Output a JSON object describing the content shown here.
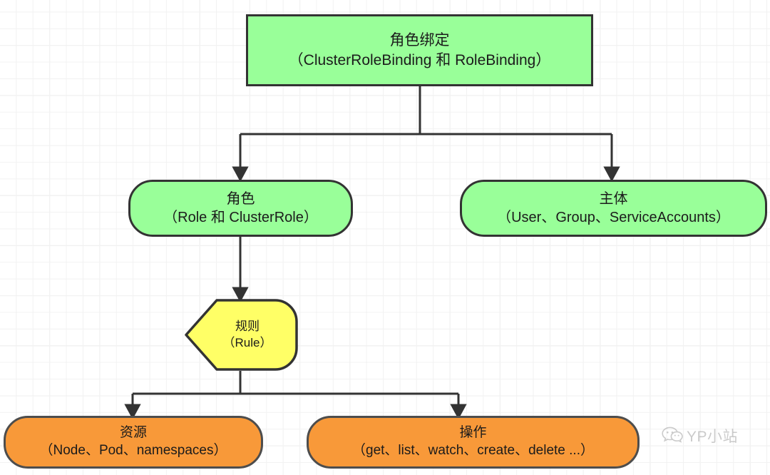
{
  "diagram": {
    "title_semantic": "kubernetes-rbac-relationship-diagram",
    "colors": {
      "green_fill": "#99ff99",
      "yellow_fill": "#ffff66",
      "orange_fill": "#f89939",
      "stroke_dark": "#333333",
      "stroke_orange_border": "#4d4d4d",
      "grid_minor": "#f2f2f2",
      "grid_major": "#e6e6e6",
      "background": "#ffffff"
    },
    "nodes": [
      {
        "id": "rolebinding",
        "shape": "rectangle",
        "fill": "#99ff99",
        "line1": "角色绑定",
        "line2": "（ClusterRoleBinding 和 RoleBinding）"
      },
      {
        "id": "role",
        "shape": "rounded-rectangle",
        "fill": "#99ff99",
        "line1": "角色",
        "line2": "（Role 和 ClusterRole）"
      },
      {
        "id": "subject",
        "shape": "rounded-rectangle",
        "fill": "#99ff99",
        "line1": "主体",
        "line2": "（User、Group、ServiceAccounts）"
      },
      {
        "id": "rule",
        "shape": "pointed-left-pentagon",
        "fill": "#ffff66",
        "line1": "规则",
        "line2": "（Rule）"
      },
      {
        "id": "resource",
        "shape": "rounded-rectangle",
        "fill": "#f89939",
        "line1": "资源",
        "line2": "（Node、Pod、namespaces）"
      },
      {
        "id": "verbs",
        "shape": "rounded-rectangle",
        "fill": "#f89939",
        "line1": "操作",
        "line2": "（get、list、watch、create、delete ...）"
      }
    ],
    "edges": [
      {
        "from": "rolebinding",
        "to": "role",
        "arrow": "down"
      },
      {
        "from": "rolebinding",
        "to": "subject",
        "arrow": "down"
      },
      {
        "from": "role",
        "to": "rule",
        "arrow": "down"
      },
      {
        "from": "rule",
        "to": "resource",
        "arrow": "down"
      },
      {
        "from": "rule",
        "to": "verbs",
        "arrow": "down"
      }
    ]
  },
  "watermark": {
    "icon": "wechat-icon",
    "text": "YP小站"
  }
}
